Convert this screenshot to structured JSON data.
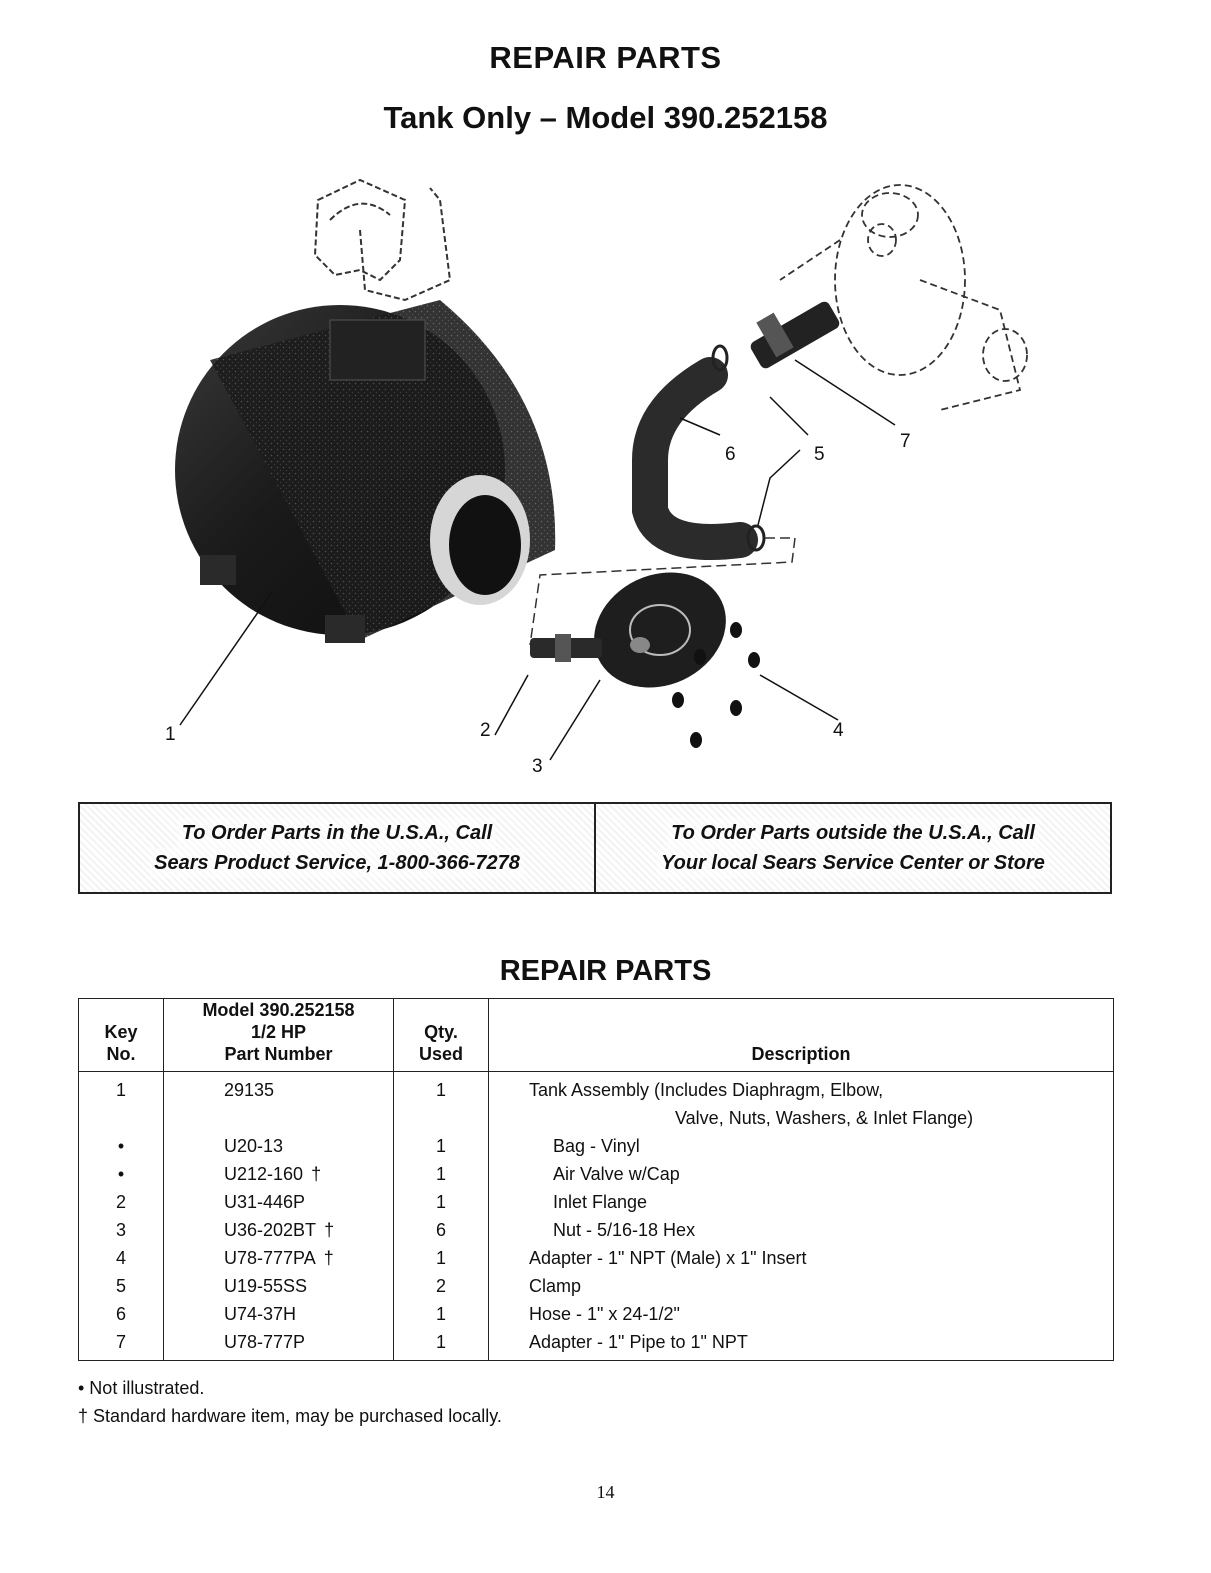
{
  "header": {
    "title": "REPAIR PARTS",
    "subtitle": "Tank Only – Model 390.252158"
  },
  "diagram": {
    "callouts": [
      "1",
      "2",
      "3",
      "4",
      "5",
      "6",
      "7"
    ]
  },
  "order_box": {
    "usa_line1": "To Order Parts in the U.S.A., Call",
    "usa_line2": "Sears Product Service, 1-800-366-7278",
    "outside_line1": "To Order Parts outside the U.S.A., Call",
    "outside_line2": "Your local Sears Service Center or Store"
  },
  "parts_section": {
    "title": "REPAIR PARTS",
    "headers": {
      "key_line1": "Key",
      "key_line2": "No.",
      "part_line1": "Model 390.252158",
      "part_line2": "1/2 HP",
      "part_line3": "Part Number",
      "qty_line1": "Qty.",
      "qty_line2": "Used",
      "description": "Description"
    },
    "rows": [
      {
        "key": "1",
        "part": "29135",
        "dagger": "",
        "qty": "1",
        "desc": "Tank Assembly (Includes Diaphragm, Elbow,",
        "desc_cont": "Valve, Nuts, Washers, & Inlet Flange)",
        "indent": false
      },
      {
        "key": "•",
        "part": "U20-13",
        "dagger": "",
        "qty": "1",
        "desc": "Bag - Vinyl",
        "desc_cont": "",
        "indent": true
      },
      {
        "key": "•",
        "part": "U212-160",
        "dagger": "†",
        "qty": "1",
        "desc": "Air Valve w/Cap",
        "desc_cont": "",
        "indent": true
      },
      {
        "key": "2",
        "part": "U31-446P",
        "dagger": "",
        "qty": "1",
        "desc": "Inlet Flange",
        "desc_cont": "",
        "indent": true
      },
      {
        "key": "3",
        "part": "U36-202BT",
        "dagger": "†",
        "qty": "6",
        "desc": "Nut - 5/16-18 Hex",
        "desc_cont": "",
        "indent": true
      },
      {
        "key": "4",
        "part": "U78-777PA",
        "dagger": "†",
        "qty": "1",
        "desc": "Adapter - 1\" NPT (Male) x 1\" Insert",
        "desc_cont": "",
        "indent": false
      },
      {
        "key": "5",
        "part": "U19-55SS",
        "dagger": "",
        "qty": "2",
        "desc": "Clamp",
        "desc_cont": "",
        "indent": false
      },
      {
        "key": "6",
        "part": "U74-37H",
        "dagger": "",
        "qty": "1",
        "desc": "Hose - 1\" x 24-1/2\"",
        "desc_cont": "",
        "indent": false
      },
      {
        "key": "7",
        "part": "U78-777P",
        "dagger": "",
        "qty": "1",
        "desc": "Adapter - 1\" Pipe to 1\" NPT",
        "desc_cont": "",
        "indent": false
      }
    ]
  },
  "footnotes": {
    "not_illustrated": "• Not illustrated.",
    "standard_hardware": "† Standard hardware item, may be purchased locally."
  },
  "page_number": "14"
}
